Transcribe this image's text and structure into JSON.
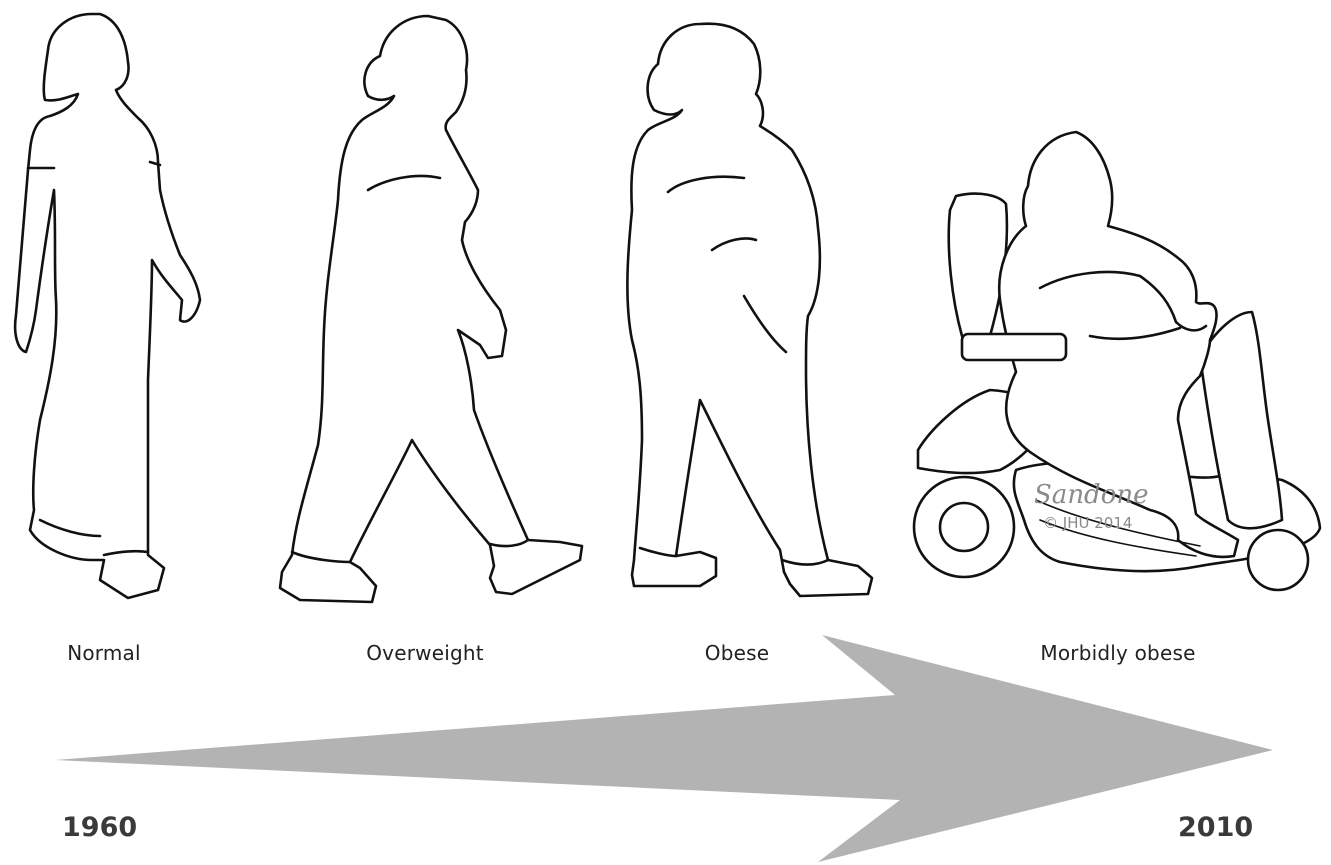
{
  "stages": [
    {
      "label": "Normal"
    },
    {
      "label": "Overweight"
    },
    {
      "label": "Obese"
    },
    {
      "label": "Morbidly obese"
    }
  ],
  "timeline": {
    "start_label": "1960",
    "end_label": "2010",
    "arrow_color": "#b3b3b3"
  },
  "credit": {
    "signature": "Sandone",
    "copyright": "© JHU 2014"
  },
  "colors": {
    "outline": "#111111",
    "fill": "#ffffff"
  }
}
